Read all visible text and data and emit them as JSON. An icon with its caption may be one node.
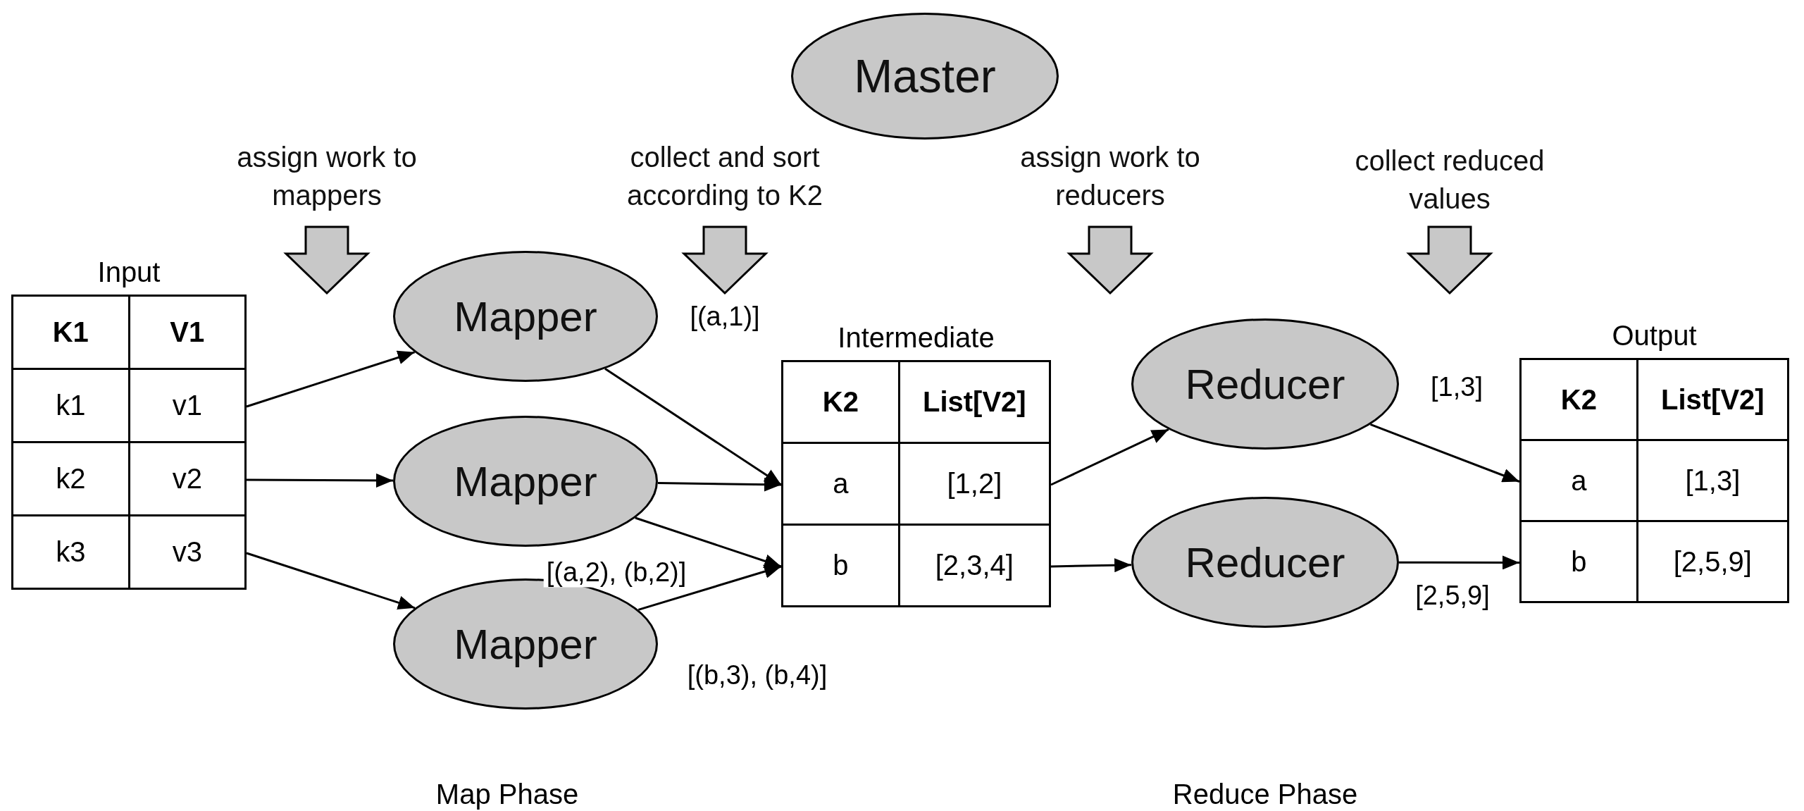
{
  "diagram": {
    "nodes": [
      {
        "text": [
          "Master"
        ]
      },
      {
        "text": [
          "Input"
        ]
      },
      {
        "text": [
          "K1",
          "V1"
        ],
        "in": 1
      },
      {
        "text": [
          "k1",
          "v1"
        ],
        "in": 1
      },
      {
        "text": [
          "k2",
          "v2"
        ],
        "in": 1
      },
      {
        "text": [
          "k3",
          "v3"
        ],
        "in": 1
      },
      {
        "text": [
          "Mapper"
        ]
      },
      {
        "text": [
          "Mapper"
        ]
      },
      {
        "text": [
          "Mapper"
        ]
      },
      {
        "text": [
          "Intermediate"
        ]
      },
      {
        "text": [
          "K2",
          "List[V2]"
        ],
        "in": 9
      },
      {
        "text": [
          "a",
          "[1,2]"
        ],
        "in": 9
      },
      {
        "text": [
          "b",
          "[2,3,4]"
        ],
        "in": 9
      },
      {
        "text": [
          "Reducer"
        ]
      },
      {
        "text": [
          "Reducer"
        ]
      },
      {
        "text": [
          "Output"
        ]
      },
      {
        "text": [
          "K2",
          "List[V2]"
        ],
        "in": 15
      },
      {
        "text": [
          "a",
          "[1,3]"
        ],
        "in": 15
      },
      {
        "text": [
          "b",
          "[2,5,9]"
        ],
        "in": 15
      }
    ],
    "edges": [
      {
        "from": 3,
        "to": 6,
        "arrow": "to"
      },
      {
        "from": 4,
        "to": 7,
        "arrow": "to"
      },
      {
        "from": 5,
        "to": 8,
        "arrow": "to"
      },
      {
        "from": 6,
        "to": 11,
        "arrow": "to",
        "label": "[(a,1)]"
      },
      {
        "from": 7,
        "to": 11,
        "arrow": "to"
      },
      {
        "from": 7,
        "to": 12,
        "arrow": "to",
        "label": "[(a,2), (b,2)]"
      },
      {
        "from": 8,
        "to": 12,
        "arrow": "to",
        "label": "[(b,3), (b,4)]"
      },
      {
        "from": 11,
        "to": 13,
        "arrow": "to"
      },
      {
        "from": 12,
        "to": 14,
        "arrow": "to"
      },
      {
        "from": 13,
        "to": 17,
        "arrow": "to",
        "label": "[1,3]"
      },
      {
        "from": 14,
        "to": 18,
        "arrow": "to",
        "label": "[2,5,9]"
      }
    ],
    "labels": [
      "assign work to mappers",
      "collect and sort according to K2",
      "assign work to reducers",
      "collect reduced values",
      "Map Phase",
      "Reduce Phase"
    ]
  }
}
